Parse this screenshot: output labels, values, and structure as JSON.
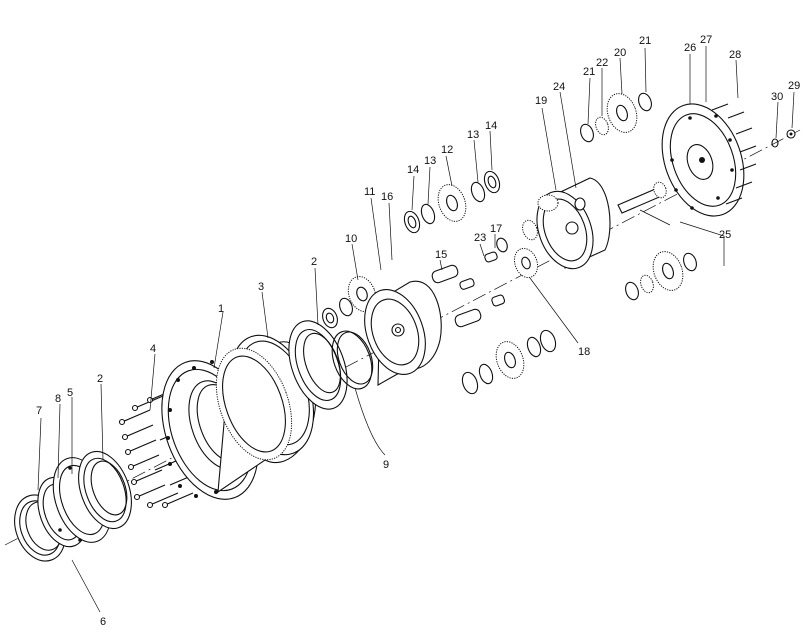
{
  "callouts": [
    {
      "id": "c1",
      "text": "1"
    },
    {
      "id": "c2a",
      "text": "2"
    },
    {
      "id": "c2b",
      "text": "2"
    },
    {
      "id": "c3",
      "text": "3"
    },
    {
      "id": "c4",
      "text": "4"
    },
    {
      "id": "c5",
      "text": "5"
    },
    {
      "id": "c6",
      "text": "6"
    },
    {
      "id": "c7",
      "text": "7"
    },
    {
      "id": "c8",
      "text": "8"
    },
    {
      "id": "c9",
      "text": "9"
    },
    {
      "id": "c10",
      "text": "10"
    },
    {
      "id": "c11",
      "text": "11"
    },
    {
      "id": "c12",
      "text": "12"
    },
    {
      "id": "c13a",
      "text": "13"
    },
    {
      "id": "c13b",
      "text": "13"
    },
    {
      "id": "c14a",
      "text": "14"
    },
    {
      "id": "c14b",
      "text": "14"
    },
    {
      "id": "c15",
      "text": "15"
    },
    {
      "id": "c16",
      "text": "16"
    },
    {
      "id": "c17",
      "text": "17"
    },
    {
      "id": "c18",
      "text": "18"
    },
    {
      "id": "c19",
      "text": "19"
    },
    {
      "id": "c20",
      "text": "20"
    },
    {
      "id": "c21a",
      "text": "21"
    },
    {
      "id": "c21b",
      "text": "21"
    },
    {
      "id": "c22",
      "text": "22"
    },
    {
      "id": "c23",
      "text": "23"
    },
    {
      "id": "c24",
      "text": "24"
    },
    {
      "id": "c25",
      "text": "25"
    },
    {
      "id": "c26",
      "text": "26"
    },
    {
      "id": "c27",
      "text": "27"
    },
    {
      "id": "c28",
      "text": "28"
    },
    {
      "id": "c29",
      "text": "29"
    },
    {
      "id": "c30",
      "text": "30"
    }
  ]
}
